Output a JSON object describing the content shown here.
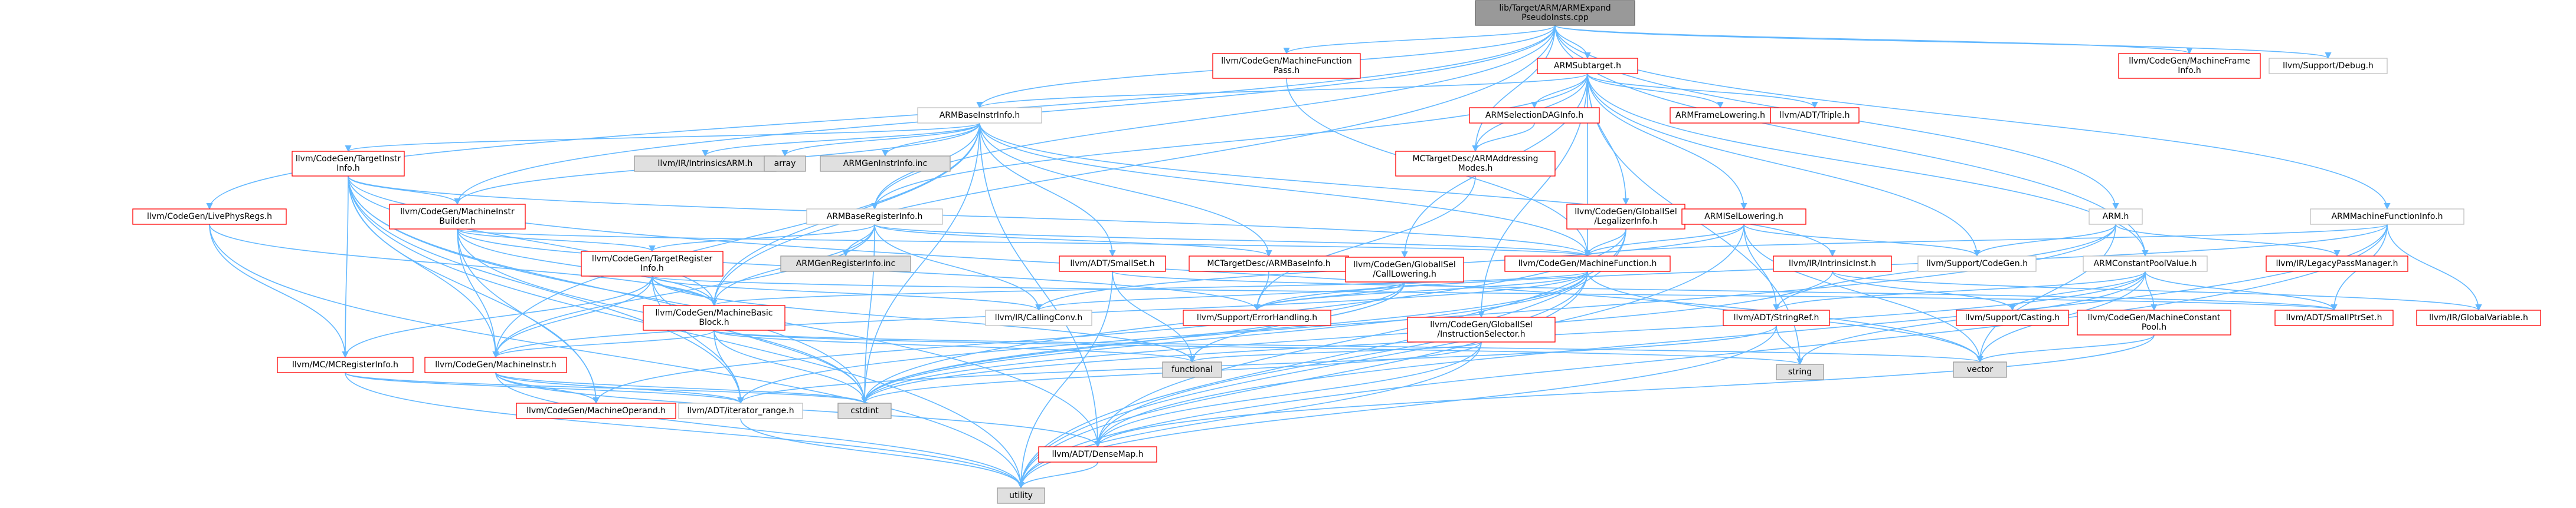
{
  "colors": {
    "root_fill": "#999999",
    "red_border": "#ff0000",
    "gray_fill": "#e0e0e0",
    "gray_border": "#999999",
    "black_border": "#bfbfbf",
    "edge": "#63b8ff",
    "text": "#000000"
  },
  "nodes": [
    {
      "id": "root",
      "lines": [
        "lib/Target/ARM/ARMExpand",
        "PseudoInsts.cpp"
      ],
      "style": "root"
    },
    {
      "id": "mfpass",
      "lines": [
        "llvm/CodeGen/MachineFunction",
        "Pass.h"
      ],
      "style": "red"
    },
    {
      "id": "armsubtarget",
      "lines": [
        "ARMSubtarget.h"
      ],
      "style": "red"
    },
    {
      "id": "mfinfo",
      "lines": [
        "llvm/CodeGen/MachineFrame",
        "Info.h"
      ],
      "style": "red"
    },
    {
      "id": "debug",
      "lines": [
        "llvm/Support/Debug.h"
      ],
      "style": "black"
    },
    {
      "id": "armbaseinstr",
      "lines": [
        "ARMBaseInstrInfo.h"
      ],
      "style": "black"
    },
    {
      "id": "armseldag",
      "lines": [
        "ARMSelectionDAGInfo.h"
      ],
      "style": "red"
    },
    {
      "id": "armframelow",
      "lines": [
        "ARMFrameLowering.h"
      ],
      "style": "red"
    },
    {
      "id": "triple",
      "lines": [
        "llvm/ADT/Triple.h"
      ],
      "style": "red"
    },
    {
      "id": "targetinstr",
      "lines": [
        "llvm/CodeGen/TargetInstr",
        "Info.h"
      ],
      "style": "red"
    },
    {
      "id": "intrinsicsarm",
      "lines": [
        "llvm/IR/IntrinsicsARM.h"
      ],
      "style": "gray"
    },
    {
      "id": "array",
      "lines": [
        "array"
      ],
      "style": "gray"
    },
    {
      "id": "armgeninstr",
      "lines": [
        "ARMGenInstrInfo.inc"
      ],
      "style": "gray"
    },
    {
      "id": "mctargetaddr",
      "lines": [
        "MCTargetDesc/ARMAddressing",
        "Modes.h"
      ],
      "style": "red"
    },
    {
      "id": "armh",
      "lines": [
        "ARM.h"
      ],
      "style": "black"
    },
    {
      "id": "armmfinfo",
      "lines": [
        "ARMMachineFunctionInfo.h"
      ],
      "style": "black"
    },
    {
      "id": "liveregs",
      "lines": [
        "llvm/CodeGen/LivePhysRegs.h"
      ],
      "style": "red"
    },
    {
      "id": "mibuilder",
      "lines": [
        "llvm/CodeGen/MachineInstr",
        "Builder.h"
      ],
      "style": "red"
    },
    {
      "id": "armbasereg",
      "lines": [
        "ARMBaseRegisterInfo.h"
      ],
      "style": "black"
    },
    {
      "id": "gisellegal",
      "lines": [
        "llvm/CodeGen/GlobalISel",
        "/LegalizerInfo.h"
      ],
      "style": "red"
    },
    {
      "id": "armisellow",
      "lines": [
        "ARMISelLowering.h"
      ],
      "style": "red"
    },
    {
      "id": "targetreg",
      "lines": [
        "llvm/CodeGen/TargetRegister",
        "Info.h"
      ],
      "style": "red"
    },
    {
      "id": "armgenreg",
      "lines": [
        "ARMGenRegisterInfo.inc"
      ],
      "style": "gray"
    },
    {
      "id": "smallset",
      "lines": [
        "llvm/ADT/SmallSet.h"
      ],
      "style": "red"
    },
    {
      "id": "mcarmbase",
      "lines": [
        "MCTargetDesc/ARMBaseInfo.h"
      ],
      "style": "red"
    },
    {
      "id": "giselcall",
      "lines": [
        "llvm/CodeGen/GlobalISel",
        "/CallLowering.h"
      ],
      "style": "red"
    },
    {
      "id": "machinefunc",
      "lines": [
        "llvm/CodeGen/MachineFunction.h"
      ],
      "style": "red"
    },
    {
      "id": "intrinsicinst",
      "lines": [
        "llvm/IR/IntrinsicInst.h"
      ],
      "style": "red"
    },
    {
      "id": "codegen",
      "lines": [
        "llvm/Support/CodeGen.h"
      ],
      "style": "black"
    },
    {
      "id": "armcpv",
      "lines": [
        "ARMConstantPoolValue.h"
      ],
      "style": "black"
    },
    {
      "id": "legacypm",
      "lines": [
        "llvm/IR/LegacyPassManager.h"
      ],
      "style": "red"
    },
    {
      "id": "mbb",
      "lines": [
        "llvm/CodeGen/MachineBasic",
        "Block.h"
      ],
      "style": "red"
    },
    {
      "id": "callingconv",
      "lines": [
        "llvm/IR/CallingConv.h"
      ],
      "style": "black"
    },
    {
      "id": "errorhandling",
      "lines": [
        "llvm/Support/ErrorHandling.h"
      ],
      "style": "red"
    },
    {
      "id": "giselinstsel",
      "lines": [
        "llvm/CodeGen/GlobalISel",
        "/InstructionSelector.h"
      ],
      "style": "red"
    },
    {
      "id": "stringref",
      "lines": [
        "llvm/ADT/StringRef.h"
      ],
      "style": "red"
    },
    {
      "id": "casting",
      "lines": [
        "llvm/Support/Casting.h"
      ],
      "style": "red"
    },
    {
      "id": "mcpool",
      "lines": [
        "llvm/CodeGen/MachineConstant",
        "Pool.h"
      ],
      "style": "red"
    },
    {
      "id": "smallptrset",
      "lines": [
        "llvm/ADT/SmallPtrSet.h"
      ],
      "style": "red"
    },
    {
      "id": "globalvar",
      "lines": [
        "llvm/IR/GlobalVariable.h"
      ],
      "style": "red"
    },
    {
      "id": "mcreginfo",
      "lines": [
        "llvm/MC/MCRegisterInfo.h"
      ],
      "style": "red"
    },
    {
      "id": "machineinstr",
      "lines": [
        "llvm/CodeGen/MachineInstr.h"
      ],
      "style": "red"
    },
    {
      "id": "functional",
      "lines": [
        "functional"
      ],
      "style": "gray"
    },
    {
      "id": "string",
      "lines": [
        "string"
      ],
      "style": "gray"
    },
    {
      "id": "vector",
      "lines": [
        "vector"
      ],
      "style": "gray"
    },
    {
      "id": "machineoperand",
      "lines": [
        "llvm/CodeGen/MachineOperand.h"
      ],
      "style": "red"
    },
    {
      "id": "iteratorrange",
      "lines": [
        "llvm/ADT/iterator_range.h"
      ],
      "style": "black"
    },
    {
      "id": "cstdint",
      "lines": [
        "cstdint"
      ],
      "style": "gray"
    },
    {
      "id": "densemap",
      "lines": [
        "llvm/ADT/DenseMap.h"
      ],
      "style": "red"
    },
    {
      "id": "utility",
      "lines": [
        "utility"
      ],
      "style": "gray"
    }
  ],
  "edges": [
    [
      "root",
      "mfpass"
    ],
    [
      "root",
      "armsubtarget"
    ],
    [
      "root",
      "mfinfo"
    ],
    [
      "root",
      "debug"
    ],
    [
      "root",
      "armbaseinstr"
    ],
    [
      "root",
      "mctargetaddr"
    ],
    [
      "root",
      "armh"
    ],
    [
      "root",
      "armmfinfo"
    ],
    [
      "root",
      "liveregs"
    ],
    [
      "root",
      "mibuilder"
    ],
    [
      "root",
      "armbasereg"
    ],
    [
      "root",
      "armcpv"
    ],
    [
      "root",
      "mbb"
    ],
    [
      "mfpass",
      "machinefunc"
    ],
    [
      "armsubtarget",
      "armbaseinstr"
    ],
    [
      "armsubtarget",
      "armseldag"
    ],
    [
      "armsubtarget",
      "armframelow"
    ],
    [
      "armsubtarget",
      "triple"
    ],
    [
      "armsubtarget",
      "mctargetaddr"
    ],
    [
      "armsubtarget",
      "armbasereg"
    ],
    [
      "armsubtarget",
      "gisellegal"
    ],
    [
      "armsubtarget",
      "armisellow"
    ],
    [
      "armsubtarget",
      "giselcall"
    ],
    [
      "armsubtarget",
      "machinefunc"
    ],
    [
      "armsubtarget",
      "codegen"
    ],
    [
      "armsubtarget",
      "armcpv"
    ],
    [
      "armsubtarget",
      "giselinstsel"
    ],
    [
      "armsubtarget",
      "string"
    ],
    [
      "armbaseinstr",
      "targetinstr"
    ],
    [
      "armbaseinstr",
      "intrinsicsarm"
    ],
    [
      "armbaseinstr",
      "array"
    ],
    [
      "armbaseinstr",
      "armgeninstr"
    ],
    [
      "armbaseinstr",
      "mibuilder"
    ],
    [
      "armbaseinstr",
      "armbasereg"
    ],
    [
      "armbaseinstr",
      "smallset"
    ],
    [
      "armbaseinstr",
      "mcarmbase"
    ],
    [
      "armbaseinstr",
      "intrinsicinst"
    ],
    [
      "armbaseinstr",
      "mbb"
    ],
    [
      "armbaseinstr",
      "machineinstr"
    ],
    [
      "armbaseinstr",
      "cstdint"
    ],
    [
      "armbaseinstr",
      "machinefunc"
    ],
    [
      "armbaseinstr",
      "densemap"
    ],
    [
      "armseldag",
      "mctargetaddr"
    ],
    [
      "targetinstr",
      "mibuilder"
    ],
    [
      "targetinstr",
      "mbb"
    ],
    [
      "targetinstr",
      "machinefunc"
    ],
    [
      "targetinstr",
      "machineinstr"
    ],
    [
      "targetinstr",
      "machineoperand"
    ],
    [
      "targetinstr",
      "mcreginfo"
    ],
    [
      "targetinstr",
      "densemap"
    ],
    [
      "targetinstr",
      "cstdint"
    ],
    [
      "targetinstr",
      "utility"
    ],
    [
      "targetinstr",
      "vector"
    ],
    [
      "targetinstr",
      "iteratorrange"
    ],
    [
      "mctargetaddr",
      "errorhandling"
    ],
    [
      "armh",
      "codegen"
    ],
    [
      "armh",
      "legacypm"
    ],
    [
      "armh",
      "vector"
    ],
    [
      "armh",
      "cstdint"
    ],
    [
      "armh",
      "stringref"
    ],
    [
      "armmfinfo",
      "smallptrset"
    ],
    [
      "armmfinfo",
      "globalvar"
    ],
    [
      "armmfinfo",
      "errorhandling"
    ],
    [
      "armmfinfo",
      "machinefunc"
    ],
    [
      "armmfinfo",
      "densemap"
    ],
    [
      "armmfinfo",
      "utility"
    ],
    [
      "liveregs",
      "mbb"
    ],
    [
      "liveregs",
      "mcreginfo"
    ],
    [
      "liveregs",
      "utility"
    ],
    [
      "mibuilder",
      "mbb"
    ],
    [
      "mibuilder",
      "machinefunc"
    ],
    [
      "mibuilder",
      "machineinstr"
    ],
    [
      "mibuilder",
      "machineoperand"
    ],
    [
      "mibuilder",
      "errorhandling"
    ],
    [
      "mibuilder",
      "cstdint"
    ],
    [
      "mibuilder",
      "targetreg"
    ],
    [
      "armbasereg",
      "targetreg"
    ],
    [
      "armbasereg",
      "armgenreg"
    ],
    [
      "armbasereg",
      "mbb"
    ],
    [
      "armbasereg",
      "machineinstr"
    ],
    [
      "armbasereg",
      "mcarmbase"
    ],
    [
      "armbasereg",
      "callingconv"
    ],
    [
      "armbasereg",
      "cstdint"
    ],
    [
      "armbasereg",
      "machinefunc"
    ],
    [
      "gisellegal",
      "machinefunc"
    ],
    [
      "gisellegal",
      "densemap"
    ],
    [
      "gisellegal",
      "cstdint"
    ],
    [
      "gisellegal",
      "utility"
    ],
    [
      "armisellow",
      "machinefunc"
    ],
    [
      "armisellow",
      "callingconv"
    ],
    [
      "armisellow",
      "codegen"
    ],
    [
      "armisellow",
      "stringref"
    ],
    [
      "armisellow",
      "utility"
    ],
    [
      "armisellow",
      "vector"
    ],
    [
      "targetreg",
      "mbb"
    ],
    [
      "targetreg",
      "mcreginfo"
    ],
    [
      "targetreg",
      "machineinstr"
    ],
    [
      "targetreg",
      "cstdint"
    ],
    [
      "targetreg",
      "callingconv"
    ],
    [
      "targetreg",
      "smallptrset"
    ],
    [
      "targetreg",
      "functional"
    ],
    [
      "targetreg",
      "iteratorrange"
    ],
    [
      "smallset",
      "smallptrset"
    ],
    [
      "smallset",
      "functional"
    ],
    [
      "smallset",
      "utility"
    ],
    [
      "mcarmbase",
      "errorhandling"
    ],
    [
      "giselcall",
      "callingconv"
    ],
    [
      "giselcall",
      "errorhandling"
    ],
    [
      "giselcall",
      "cstdint"
    ],
    [
      "giselcall",
      "functional"
    ],
    [
      "giselcall",
      "machineoperand"
    ],
    [
      "machinefunc",
      "mbb"
    ],
    [
      "machinefunc",
      "densemap"
    ],
    [
      "machinefunc",
      "errorhandling"
    ],
    [
      "machinefunc",
      "cstdint"
    ],
    [
      "machinefunc",
      "utility"
    ],
    [
      "machinefunc",
      "vector"
    ],
    [
      "machinefunc",
      "iteratorrange"
    ],
    [
      "machinefunc",
      "machineinstr"
    ],
    [
      "intrinsicinst",
      "casting"
    ],
    [
      "intrinsicinst",
      "globalvar"
    ],
    [
      "intrinsicinst",
      "cstdint"
    ],
    [
      "armcpv",
      "mcpool"
    ],
    [
      "armcpv",
      "casting"
    ],
    [
      "armcpv",
      "smallptrset"
    ],
    [
      "armcpv",
      "stringref"
    ],
    [
      "armcpv",
      "string"
    ],
    [
      "armcpv",
      "vector"
    ],
    [
      "armcpv",
      "cstdint"
    ],
    [
      "mbb",
      "machineinstr"
    ],
    [
      "mbb",
      "iteratorrange"
    ],
    [
      "mbb",
      "cstdint"
    ],
    [
      "mbb",
      "functional"
    ],
    [
      "mbb",
      "string"
    ],
    [
      "mbb",
      "vector"
    ],
    [
      "giselinstsel",
      "densemap"
    ],
    [
      "giselinstsel",
      "cstdint"
    ],
    [
      "giselinstsel",
      "functional"
    ],
    [
      "giselinstsel",
      "utility"
    ],
    [
      "stringref",
      "string"
    ],
    [
      "stringref",
      "utility"
    ],
    [
      "stringref",
      "iteratorrange"
    ],
    [
      "mcpool",
      "vector"
    ],
    [
      "mcpool",
      "densemap"
    ],
    [
      "mcreginfo",
      "utility"
    ],
    [
      "mcreginfo",
      "iteratorrange"
    ],
    [
      "mcreginfo",
      "cstdint"
    ],
    [
      "machineinstr",
      "machineoperand"
    ],
    [
      "machineinstr",
      "densemap"
    ],
    [
      "machineinstr",
      "cstdint"
    ],
    [
      "machineinstr",
      "utility"
    ],
    [
      "machineinstr",
      "iteratorrange"
    ],
    [
      "iteratorrange",
      "utility"
    ],
    [
      "densemap",
      "utility"
    ]
  ]
}
